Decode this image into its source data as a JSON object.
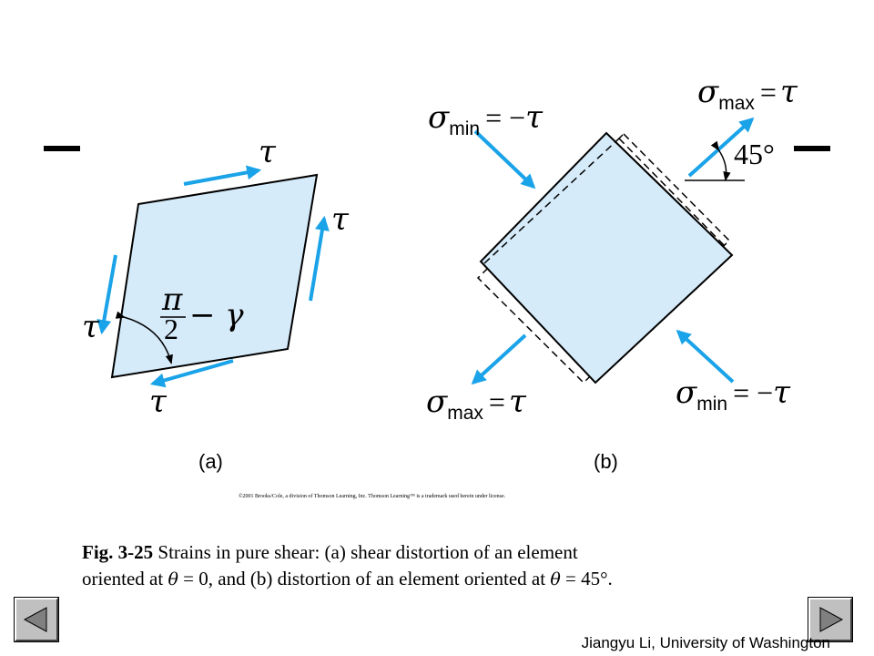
{
  "labels": {
    "tau": "τ",
    "sigma": "σ",
    "min": "min",
    "max": "max",
    "equals_neg": "= −",
    "equals": "=",
    "pi": "π",
    "two": "2",
    "minus_gamma": "− γ",
    "angle": "45°",
    "panel_a": "(a)",
    "panel_b": "(b)"
  },
  "copyright": "©2001 Brooks/Cole, a division of Thomson Learning, Inc. Thomson Learning™ is a trademark used herein under license.",
  "caption": {
    "fig_label": "Fig. 3-25",
    "line1": " Strains in pure shear: (a) shear distortion of an element",
    "line2_a": "oriented at ",
    "theta": "θ",
    "line2_b": " = 0, and (b) distortion of an element oriented at ",
    "line2_c": " = 45°."
  },
  "author": "Jiangyu Li, University of Washington",
  "colors": {
    "arrow": "#1aa3e8",
    "element_fill": "#d6ebfa",
    "button": "#c0c0c0"
  },
  "nav": {
    "prev_icon": "triangle-left-icon",
    "next_icon": "triangle-right-icon"
  }
}
